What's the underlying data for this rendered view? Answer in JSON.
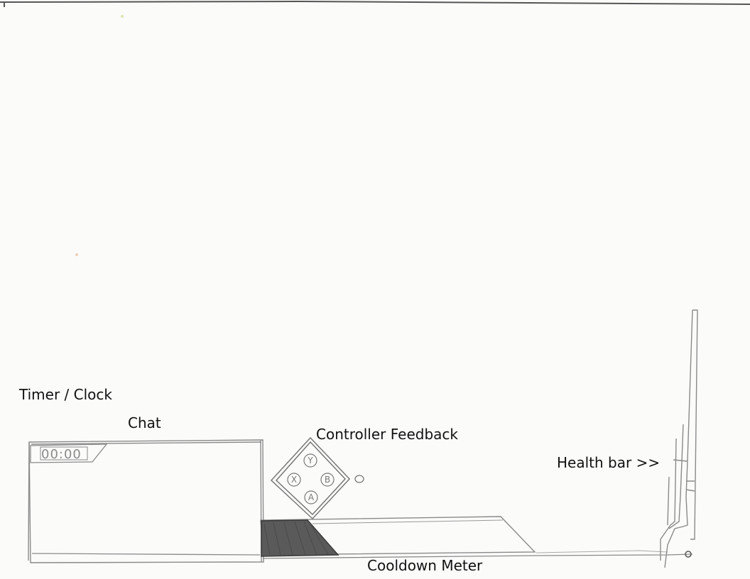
{
  "annotations": {
    "timer_clock": "Timer / Clock",
    "chat": "Chat",
    "controller_feedback": "Controller Feedback",
    "health_bar": "Health bar >>",
    "cooldown_meter": "Cooldown Meter"
  },
  "timer": {
    "display": "00:00"
  },
  "controller": {
    "buttons": {
      "top": "Y",
      "left": "X",
      "right": "B",
      "bottom": "A"
    }
  },
  "colors": {
    "pencil": "#7a7a7a",
    "pencil_dark": "#3a3a3a",
    "paper": "#fbfbfa"
  }
}
